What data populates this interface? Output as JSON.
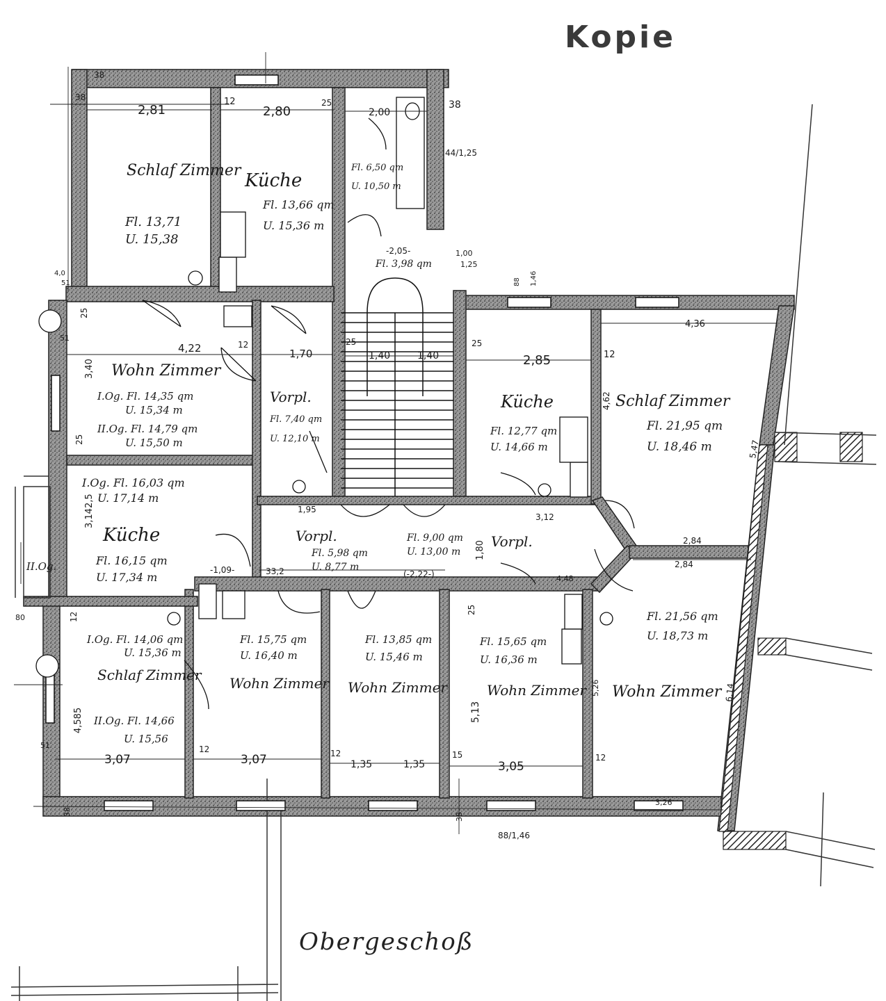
{
  "stamp": "Kopie",
  "caption": "Obergeschoß",
  "colors": {
    "ink": "#1a1a1a",
    "wall": "#555555",
    "paper": "#ffffff"
  },
  "rooms": [
    {
      "id": "schlafzimmer-nw",
      "name": "Schlaf Zimmer",
      "fl": "Fl. 13,71",
      "u": "U. 15,38"
    },
    {
      "id": "kueche-n",
      "name": "Küche",
      "fl": "Fl. 13,66 qm",
      "u": "U. 15,36 m"
    },
    {
      "id": "bad",
      "name": "",
      "fl": "Fl. 6,50 qm",
      "u": "U. 10,50 m"
    },
    {
      "id": "flur-n",
      "name": "",
      "fl": "Fl. 3,98 qm",
      "u": ""
    },
    {
      "id": "wohnzimmer-w",
      "name": "Wohn Zimmer",
      "fl": "I.Og. Fl. 14,35 qm",
      "u": "U. 15,34 m",
      "fl2": "II.Og. Fl. 14,79 qm",
      "u2": "U. 15,50 m"
    },
    {
      "id": "vorpl-nw",
      "name": "Vorpl.",
      "fl": "Fl. 7,40 qm",
      "u": "U. 12,10 m"
    },
    {
      "id": "kueche-ne",
      "name": "Küche",
      "fl": "Fl. 12,77 qm",
      "u": "U. 14,66 m"
    },
    {
      "id": "schlafzimmer-ne",
      "name": "Schlaf Zimmer",
      "fl": "Fl. 21,95 qm",
      "u": "U. 18,46 m"
    },
    {
      "id": "kueche-w",
      "name": "Küche",
      "fl": "I.Og. Fl. 16,03 qm",
      "u": "U. 17,14 m",
      "fl2": "Fl. 16,15 qm",
      "u2": "U. 17,34 m",
      "floor": "II.Og."
    },
    {
      "id": "vorpl-c",
      "name": "Vorpl.",
      "fl": "Fl. 5,98 qm",
      "u": "U. 8,77 m"
    },
    {
      "id": "vorpl-e",
      "name": "Vorpl.",
      "fl": "Fl. 9,00 qm",
      "u": "U. 13,00 m"
    },
    {
      "id": "schlafzimmer-sw",
      "name": "Schlaf Zimmer",
      "fl": "I.Og. Fl. 14,06 qm",
      "u": "U. 15,36 m",
      "fl2": "II.Og. Fl. 14,66",
      "u2": "U. 15,56"
    },
    {
      "id": "wohnzimmer-s1",
      "name": "Wohn Zimmer",
      "fl": "Fl. 15,75 qm",
      "u": "U. 16,40 m"
    },
    {
      "id": "wohnzimmer-s2",
      "name": "Wohn Zimmer",
      "fl": "Fl. 13,85 qm",
      "u": "U. 15,46 m"
    },
    {
      "id": "wohnzimmer-s3",
      "name": "Wohn Zimmer",
      "fl": "Fl. 15,65 qm",
      "u": "U. 16,36 m"
    },
    {
      "id": "wohnzimmer-se",
      "name": "Wohn Zimmer",
      "fl": "Fl. 21,56 qm",
      "u": "U. 18,73 m"
    }
  ],
  "dimensions": {
    "d1": "2,81",
    "d2": "12",
    "d3": "2,80",
    "d4": "25",
    "d5": "2,00",
    "d6": "38",
    "d7": "38",
    "d8": "38",
    "d9": "44/1,25",
    "d10": "-2,05-",
    "d11": "1,00",
    "d12": "1,25",
    "d13": "4,22",
    "d14": "12",
    "d15": "1,70",
    "d16": "25",
    "d17": "1,40",
    "d18": "1,40",
    "d19": "25",
    "d20": "2,85",
    "d21": "12",
    "d22": "4,36",
    "d23": "3,40",
    "d24": "25",
    "d25": "25",
    "d26": "4,62",
    "d27": "5,47",
    "d28": "3,142,5",
    "d29": "1,95",
    "d30": "3,12",
    "d31": "2,84",
    "d32": "2,84",
    "d33": "-1,09-",
    "d34": "33,2",
    "d35": "(-2,22-)",
    "d36": "4,48",
    "d37": "1,80",
    "d38": "80",
    "d39": "12",
    "d40": "25",
    "d41": "4,585",
    "d42": "5,13",
    "d43": "5,26",
    "d44": "6,14",
    "d45": "51",
    "d46": "3,07",
    "d47": "12",
    "d48": "3,07",
    "d49": "12",
    "d50": "1,35",
    "d51": "1,35",
    "d52": "15",
    "d53": "3,05",
    "d54": "12",
    "d55": "38",
    "d56": "38",
    "d57": "88/1,46",
    "d58": "3,26",
    "d59": "88",
    "d60": "1,46",
    "d61": "51",
    "d62": "4,0",
    "d63": "51"
  }
}
